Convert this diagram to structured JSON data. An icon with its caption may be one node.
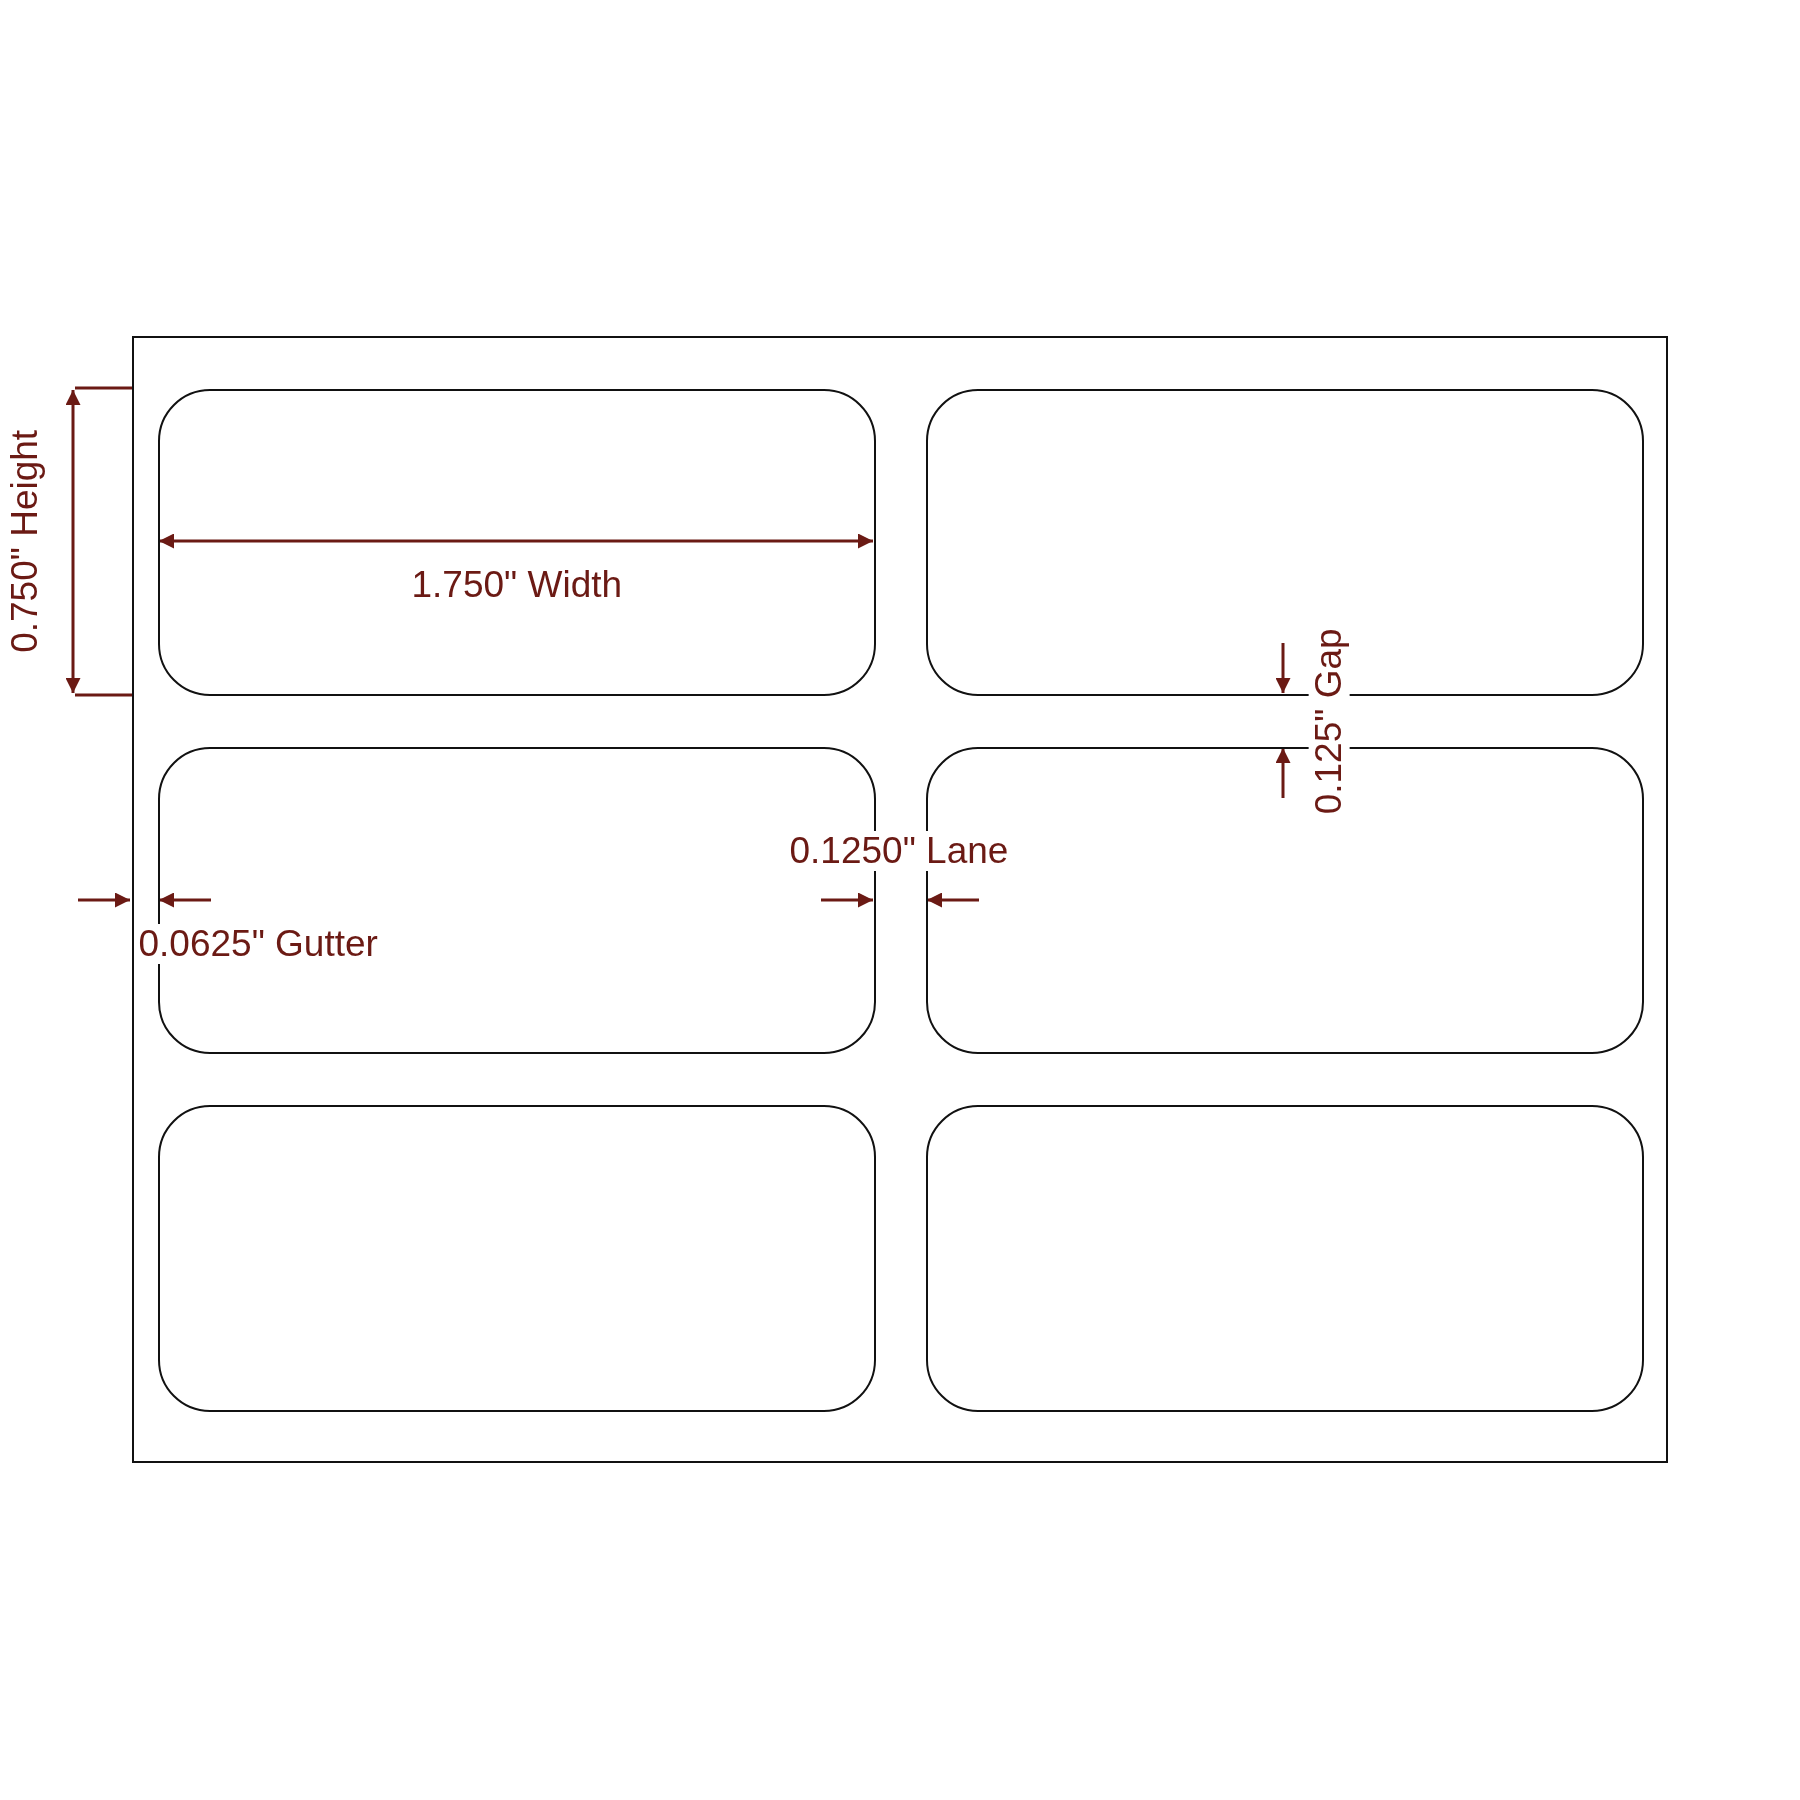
{
  "diagram": {
    "nodes": [
      {
        "text": [],
        "shape": "box"
      },
      {
        "text": [],
        "shape": "box",
        "in": 0
      },
      {
        "text": [],
        "shape": "box",
        "in": 0
      },
      {
        "text": [],
        "shape": "box",
        "in": 0
      },
      {
        "text": [],
        "shape": "box",
        "in": 0
      },
      {
        "text": [],
        "shape": "box",
        "in": 0
      },
      {
        "text": [],
        "shape": "box",
        "in": 0
      }
    ],
    "edges": [],
    "labels": [
      "0.750\" Height",
      "1.750\" Width",
      "0.125\" Gap",
      "0.1250\" Lane",
      "0.0625\" Gutter"
    ]
  }
}
